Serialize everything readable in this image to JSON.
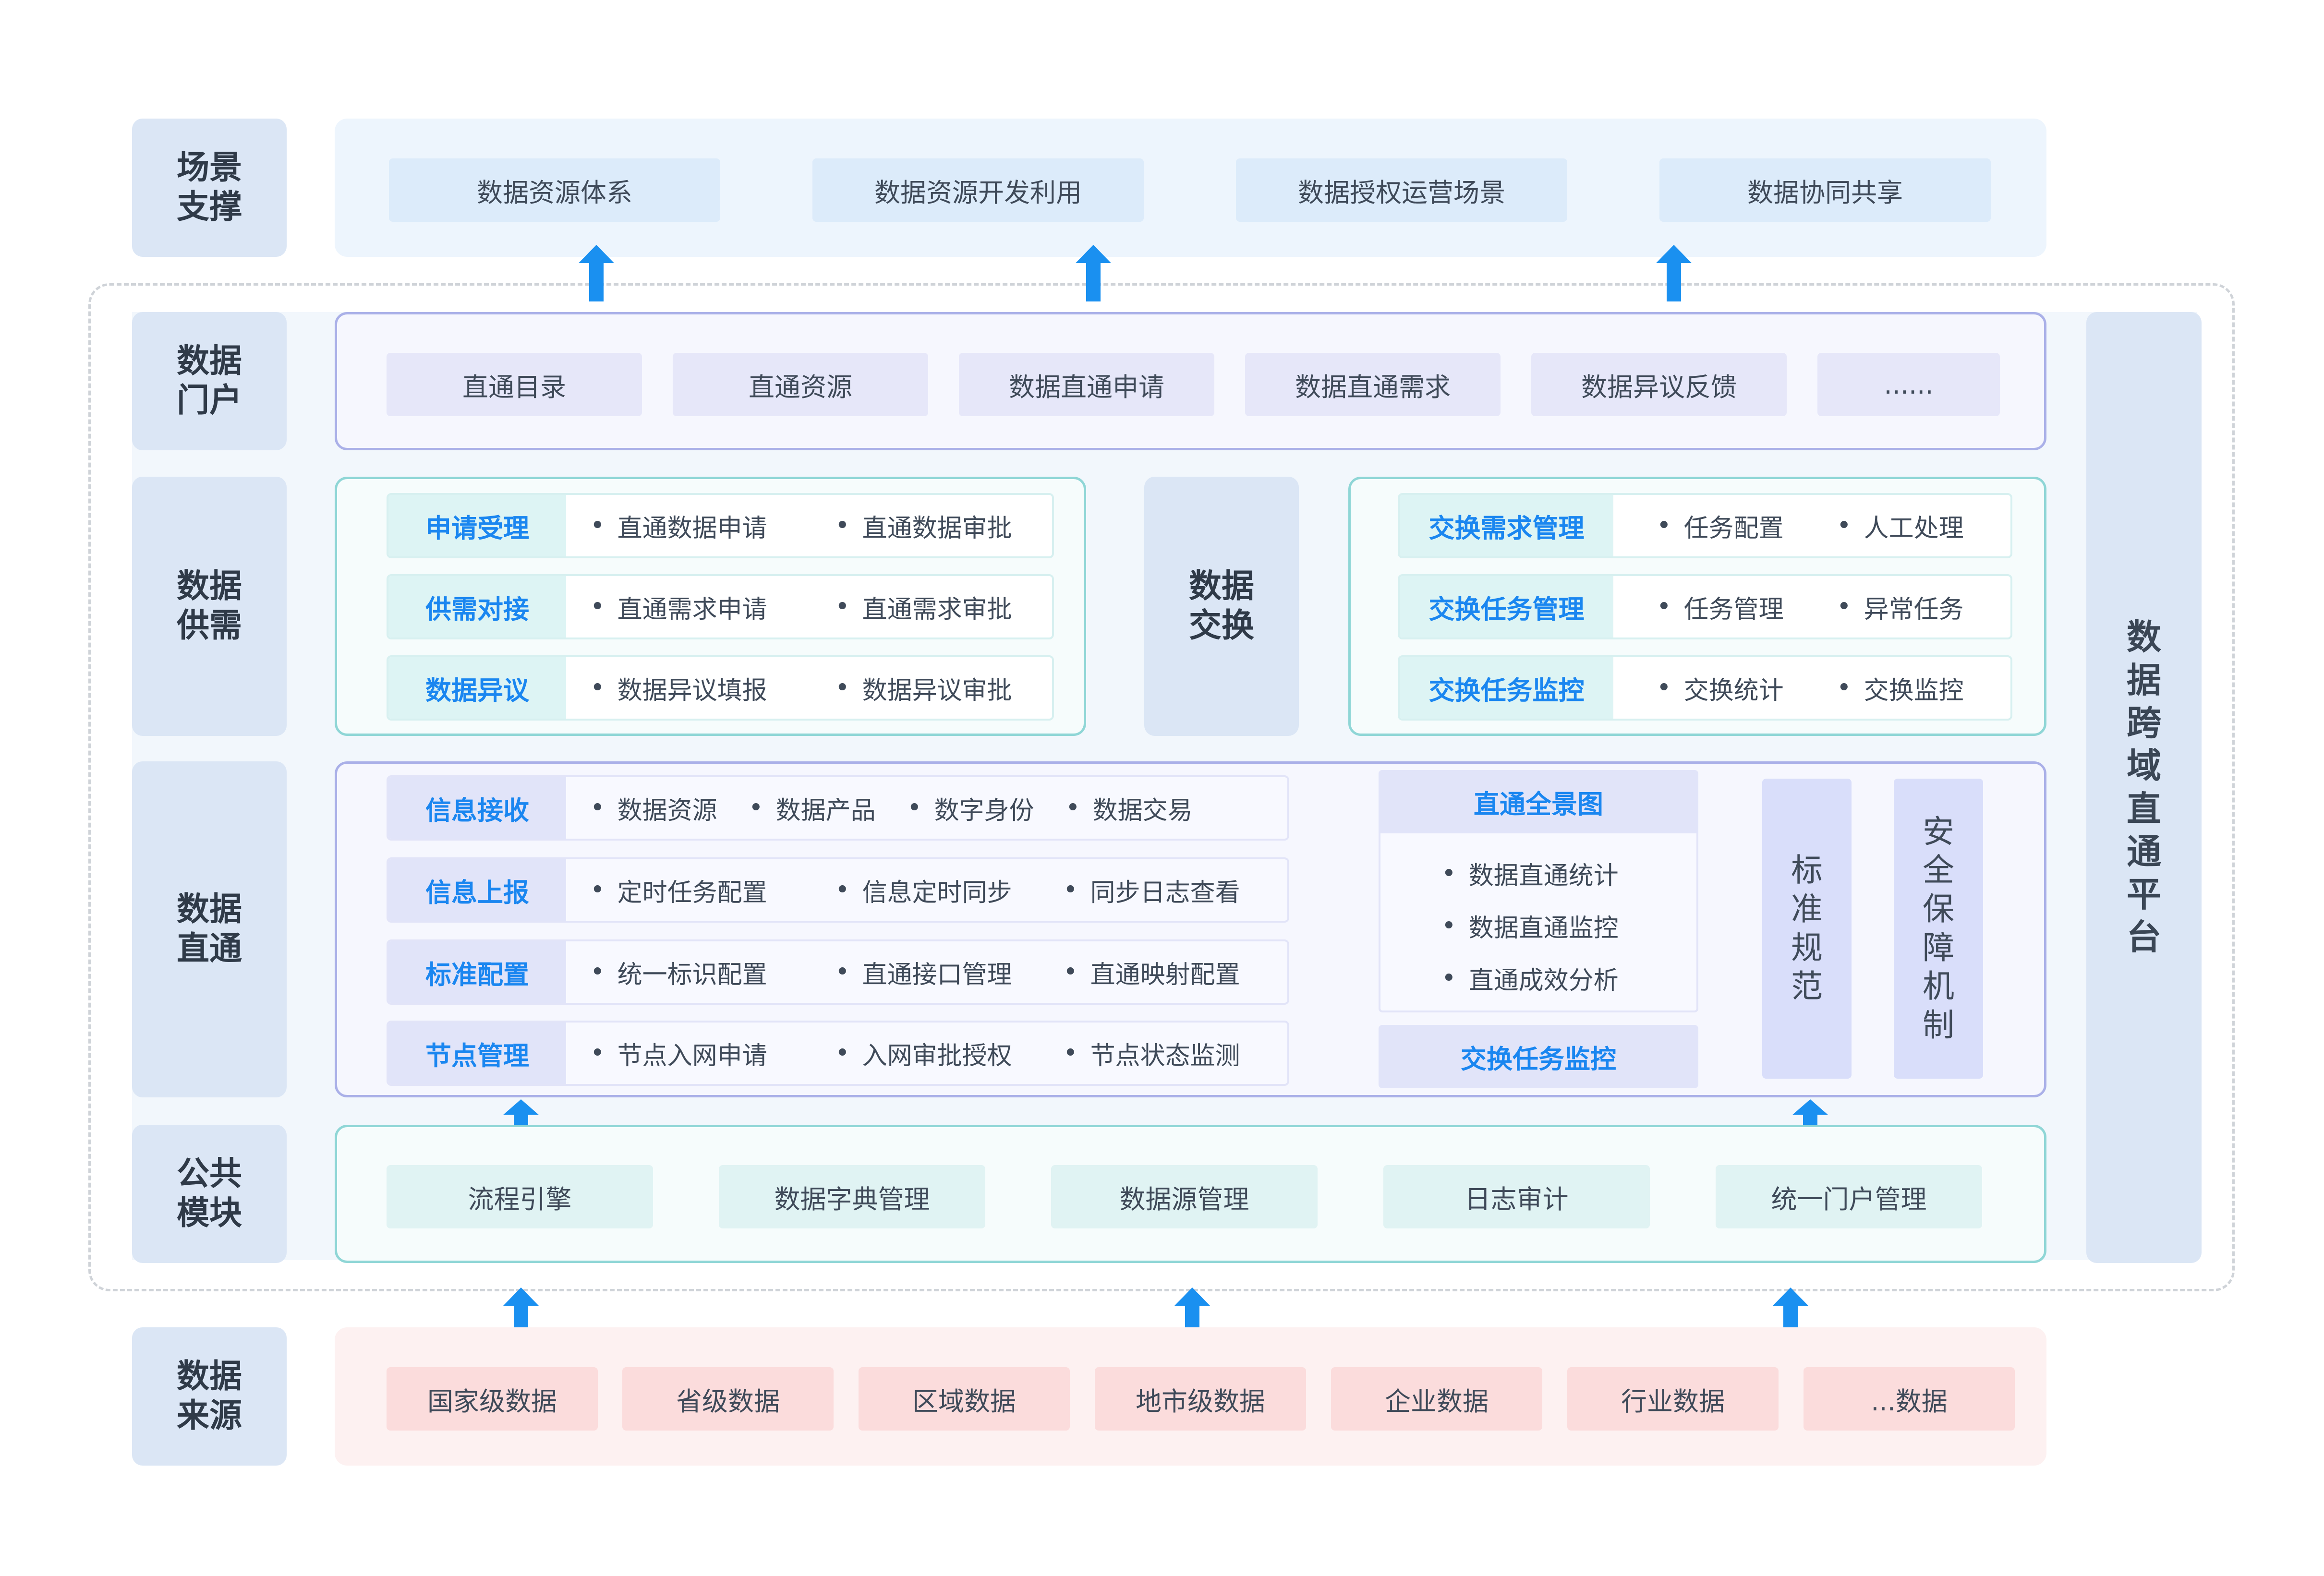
{
  "layers": {
    "scenario": {
      "label": "场景\n支撑",
      "items": [
        "数据资源体系",
        "数据资源开发利用",
        "数据授权运营场景",
        "数据协同共享"
      ]
    },
    "portal": {
      "label": "数据\n门户",
      "items": [
        "直通目录",
        "直通资源",
        "数据直通申请",
        "数据直通需求",
        "数据异议反馈",
        "......"
      ]
    },
    "supply": {
      "label": "数据\n供需",
      "rows": [
        {
          "title": "申请受理",
          "items": [
            "直通数据申请",
            "直通数据审批"
          ]
        },
        {
          "title": "供需对接",
          "items": [
            "直通需求申请",
            "直通需求审批"
          ]
        },
        {
          "title": "数据异议",
          "items": [
            "数据异议填报",
            "数据异议审批"
          ]
        }
      ],
      "exchange_label": "数据\n交换",
      "exchange_rows": [
        {
          "title": "交换需求管理",
          "items": [
            "任务配置",
            "人工处理"
          ]
        },
        {
          "title": "交换任务管理",
          "items": [
            "任务管理",
            "异常任务"
          ]
        },
        {
          "title": "交换任务监控",
          "items": [
            "交换统计",
            "交换监控"
          ]
        }
      ]
    },
    "direct": {
      "label": "数据\n直通",
      "rows": [
        {
          "title": "信息接收",
          "items": [
            "数据资源",
            "数据产品",
            "数字身份",
            "数据交易"
          ]
        },
        {
          "title": "信息上报",
          "items": [
            "定时任务配置",
            "信息定时同步",
            "同步日志查看"
          ]
        },
        {
          "title": "标准配置",
          "items": [
            "统一标识配置",
            "直通接口管理",
            "直通映射配置"
          ]
        },
        {
          "title": "节点管理",
          "items": [
            "节点入网申请",
            "入网审批授权",
            "节点状态监测"
          ]
        }
      ],
      "panorama": {
        "title": "直通全景图",
        "items": [
          "数据直通统计",
          "数据直通监控",
          "直通成效分析"
        ],
        "footer": "交换任务监控"
      },
      "standards": [
        "标",
        "准",
        "规",
        "范"
      ],
      "security": [
        "安",
        "全",
        "保",
        "障",
        "机",
        "制"
      ]
    },
    "public": {
      "label": "公共\n模块",
      "items": [
        "流程引擎",
        "数据字典管理",
        "数据源管理",
        "日志审计",
        "统一门户管理"
      ]
    },
    "source": {
      "label": "数据\n来源",
      "items": [
        "国家级数据",
        "省级数据",
        "区域数据",
        "地市级数据",
        "企业数据",
        "行业数据",
        "...数据"
      ]
    }
  },
  "platform_side": [
    "数",
    "据",
    "跨",
    "域",
    "直",
    "通",
    "平",
    "台"
  ],
  "colors": {
    "arrow": "#1a90f0",
    "label_blue": "#1a86f0",
    "category_bg": "#dbe6f5",
    "portal_border": "#aab0e8",
    "supply_border": "#8fd6d6",
    "source_bg": "#fdf1f1"
  }
}
